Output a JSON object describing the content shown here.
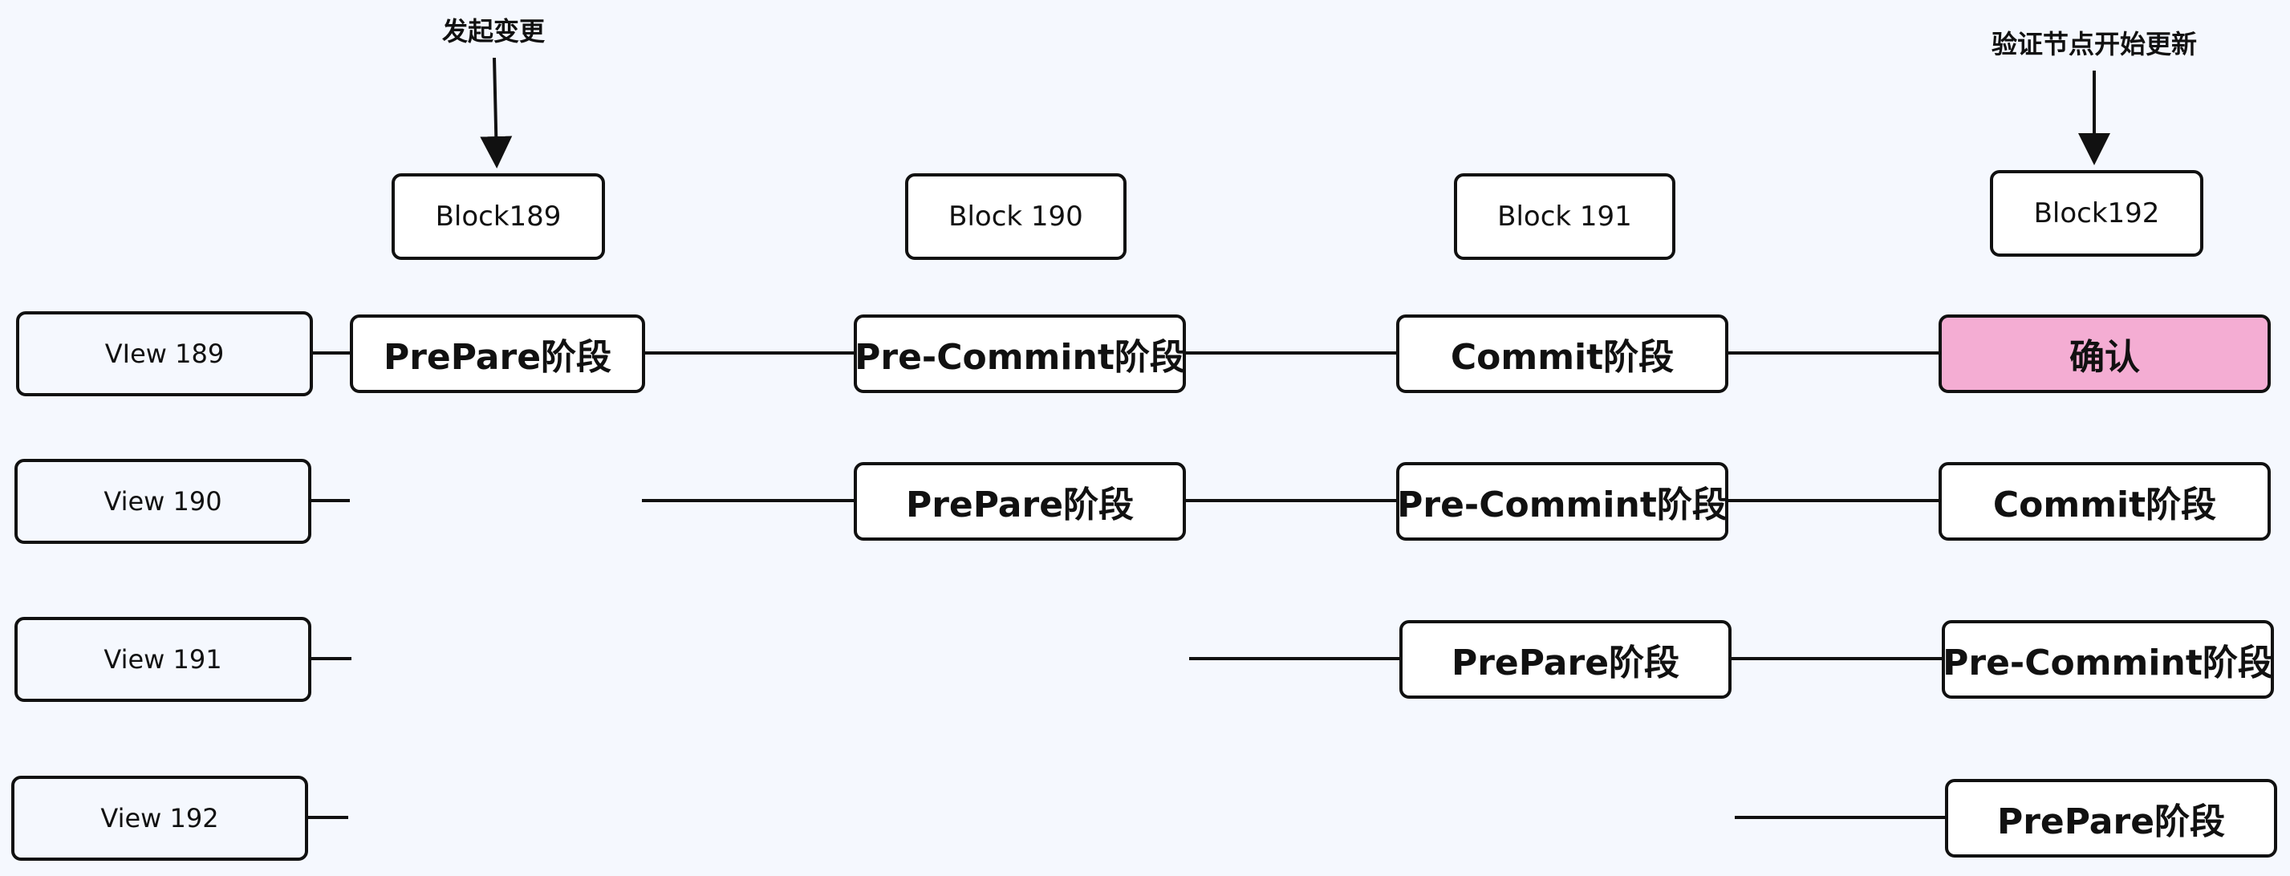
{
  "annotations": {
    "initiate_change": "发起变更",
    "validator_update": "验证节点开始更新"
  },
  "blocks": {
    "b189": "Block189",
    "b190": "Block 190",
    "b191": "Block 191",
    "b192": "Block192"
  },
  "views": {
    "v189": "VIew 189",
    "v190": "View 190",
    "v191": "View 191",
    "v192": "View 192"
  },
  "stages": {
    "row189": {
      "prepare": "PrePare阶段",
      "pre_commit": "Pre-Commint阶段",
      "commit": "Commit阶段",
      "confirm": "确认"
    },
    "row190": {
      "prepare": "PrePare阶段",
      "pre_commit": "Pre-Commint阶段",
      "commit": "Commit阶段"
    },
    "row191": {
      "prepare": "PrePare阶段",
      "pre_commit": "Pre-Commint阶段"
    },
    "row192": {
      "prepare": "PrePare阶段"
    }
  },
  "colors": {
    "background": "#f5f8fe",
    "confirm_fill": "#f4add3",
    "stroke": "#111111"
  }
}
